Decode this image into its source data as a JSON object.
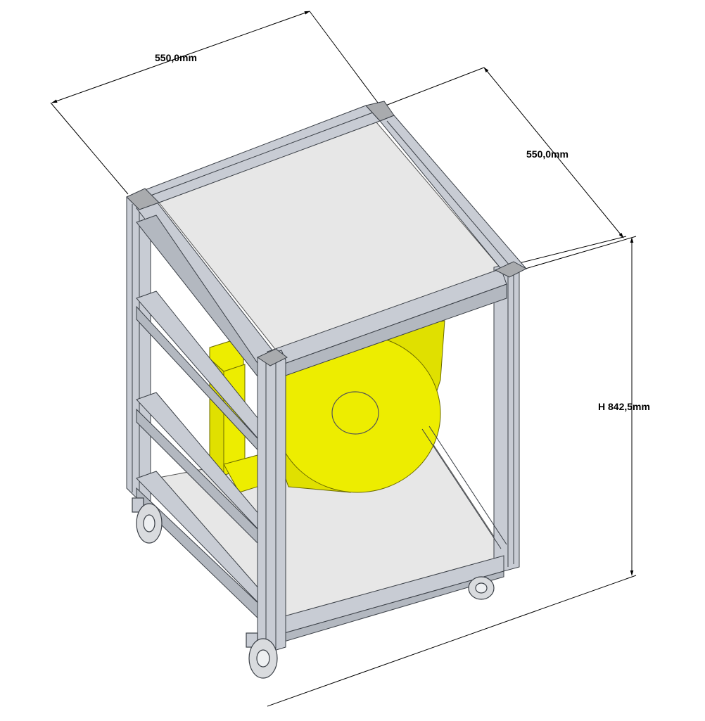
{
  "dimensions": {
    "width": "550,0mm",
    "depth": "550,0mm",
    "height": "H 842,5mm"
  },
  "colors": {
    "frame": "#c8ccd4",
    "frame_dark": "#9aa0aa",
    "frame_edge": "#3a3f46",
    "joint": "#a9abae",
    "panel": "#e7e7e7",
    "drum": "#eded00",
    "drum_shade": "#d4d400",
    "wheel": "#d9dbde",
    "line": "#000000"
  }
}
